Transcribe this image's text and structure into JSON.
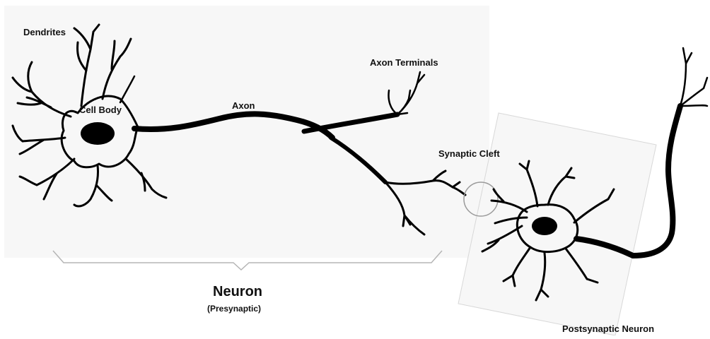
{
  "labels": {
    "dendrites": "Dendrites",
    "cell_body": "Cell Body",
    "axon": "Axon",
    "axon_terminals": "Axon Terminals",
    "synaptic_cleft": "Synaptic Cleft",
    "neuron": "Neuron",
    "presynaptic": "(Presynaptic)",
    "postsynaptic_neuron": "Postsynaptic Neuron"
  },
  "colors": {
    "background_panel": "#f7f7f7",
    "ink": "#000000",
    "bracket": "#b5b5b5"
  }
}
